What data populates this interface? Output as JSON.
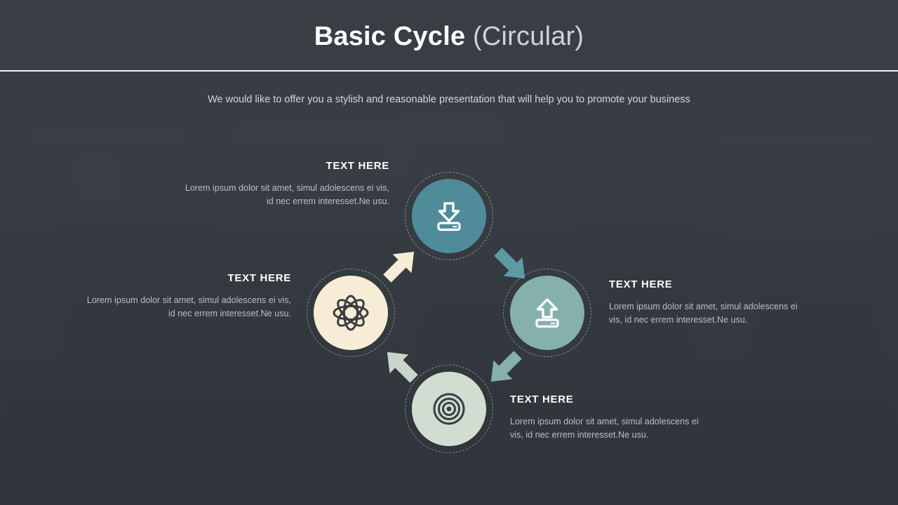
{
  "header": {
    "title_strong": "Basic Cycle",
    "title_light": "(Circular)",
    "subtitle": "We would like to offer you a stylish and reasonable presentation that will help you to promote your business"
  },
  "theme": {
    "background": "#383e44",
    "rule_color": "#f3f3f1",
    "title_color": "#ffffff",
    "body_text_color": "#b9bfc4",
    "node_top_color": "#4f8b98",
    "node_right_color": "#86b0ab",
    "node_bottom_color": "#d2ddd1",
    "node_left_color": "#f7ecd5",
    "arrow_top_left_color": "#f7ecd5",
    "arrow_top_right_color": "#5d9aa6",
    "arrow_bottom_right_color": "#86b0ab",
    "arrow_bottom_left_color": "#c8d5c8",
    "icon_dark_color": "#383e44",
    "icon_light_color": "#ffffff"
  },
  "cycle": {
    "nodes": [
      {
        "id": "top",
        "icon": "download-icon",
        "heading": "TEXT HERE",
        "body": "Lorem ipsum dolor  sit amet, simul adolescens  ei vis, id nec errem interesset.Ne  usu.",
        "color": "#4f8b98",
        "icon_style": "light"
      },
      {
        "id": "right",
        "icon": "upload-icon",
        "heading": "TEXT HERE",
        "body": "Lorem ipsum dolor  sit amet, simul adolescens  ei vis, id nec errem interesset.Ne  usu.",
        "color": "#86b0ab",
        "icon_style": "light"
      },
      {
        "id": "bottom",
        "icon": "concentric-target-icon",
        "heading": "TEXT HERE",
        "body": "Lorem ipsum dolor  sit amet, simul adolescens  ei vis, id nec errem interesset.Ne  usu.",
        "color": "#d2ddd1",
        "icon_style": "dark"
      },
      {
        "id": "left",
        "icon": "atom-icon",
        "heading": "TEXT HERE",
        "body": "Lorem ipsum dolor  sit amet, simul adolescens  ei vis, id nec errem interesset.Ne  usu.",
        "color": "#f7ecd5",
        "icon_style": "dark"
      }
    ],
    "arrows": [
      {
        "id": "left-to-top",
        "icon": "arrow-up-right-icon",
        "color": "#f7ecd5"
      },
      {
        "id": "top-to-right",
        "icon": "arrow-down-right-icon",
        "color": "#5d9aa6"
      },
      {
        "id": "right-to-bottom",
        "icon": "arrow-down-left-icon",
        "color": "#86b0ab"
      },
      {
        "id": "bottom-to-left",
        "icon": "arrow-up-left-icon",
        "color": "#c8d5c8"
      }
    ]
  }
}
